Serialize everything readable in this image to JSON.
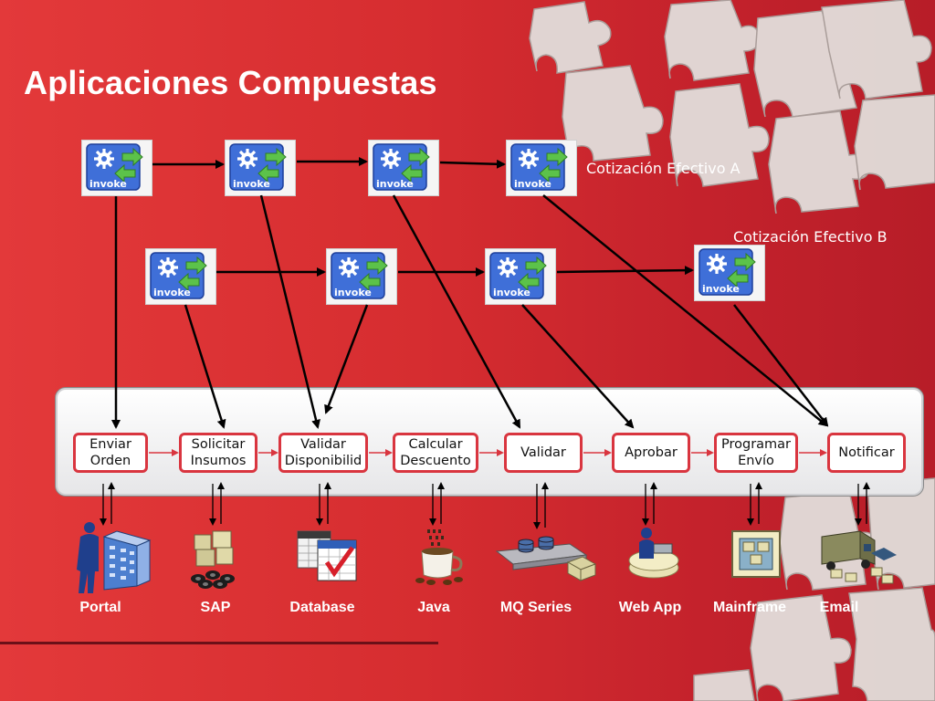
{
  "title": "Aplicaciones Compuestas",
  "flows": {
    "a_label": "Cotización Efectivo A",
    "b_label": "Cotización Efectivo B",
    "invoke_text": "invoke"
  },
  "steps": [
    {
      "label": "Enviar\nOrden"
    },
    {
      "label": "Solicitar\nInsumos"
    },
    {
      "label": "Validar\nDisponibilid"
    },
    {
      "label": "Calcular\nDescuento"
    },
    {
      "label": "Validar"
    },
    {
      "label": "Aprobar"
    },
    {
      "label": "Programar\nEnvío"
    },
    {
      "label": "Notificar"
    }
  ],
  "systems": [
    {
      "label": "Portal",
      "icon": "portal-building-icon"
    },
    {
      "label": "SAP",
      "icon": "sap-boxes-icon"
    },
    {
      "label": "Database",
      "icon": "database-calendar-icon"
    },
    {
      "label": "Java",
      "icon": "java-coffee-icon"
    },
    {
      "label": "MQ Series",
      "icon": "mq-conveyor-icon"
    },
    {
      "label": "Web App",
      "icon": "web-app-person-icon"
    },
    {
      "label": "Mainframe",
      "icon": "mainframe-icon"
    },
    {
      "label": "Email",
      "icon": "email-truck-icon"
    }
  ],
  "colors": {
    "background": "#d62d30",
    "step_border": "#d9353f",
    "invoke_blue": "#3f6fd8",
    "arrow_green": "#5cc24a",
    "puzzle": "#e2dedb"
  }
}
